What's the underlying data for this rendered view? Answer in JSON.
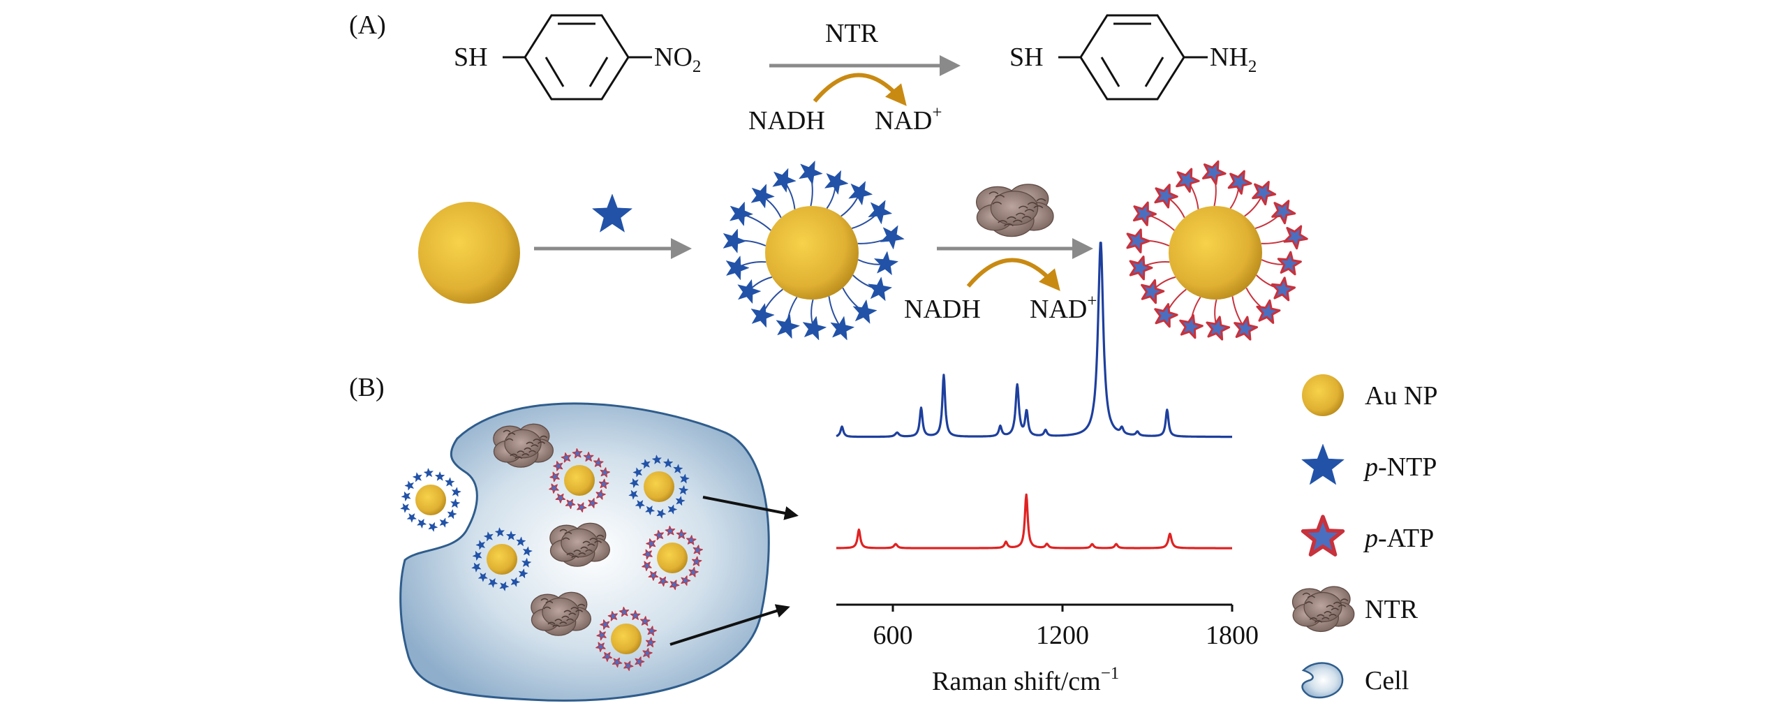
{
  "panel_a": {
    "label": "(A)",
    "reaction": {
      "reactant_sh": "SH",
      "reactant_group": "NO",
      "reactant_group_sub": "2",
      "enzyme": "NTR",
      "cofactor_in": "NADH",
      "cofactor_out": "NAD",
      "cofactor_out_sup": "+",
      "product_sh": "SH",
      "product_group": "NH",
      "product_group_sub": "2"
    },
    "np_scheme": {
      "cofactor_in": "NADH",
      "cofactor_out": "NAD",
      "cofactor_out_sup": "+"
    }
  },
  "panel_b": {
    "label": "(B)",
    "chart": {
      "x_ticks": [
        "600",
        "1200",
        "1800"
      ],
      "xlabel": "Raman shift/cm",
      "xlabel_sup": "−1"
    },
    "legend": [
      {
        "label": "Au NP",
        "italic": "",
        "icon": "au-np"
      },
      {
        "label": "-NTP",
        "italic": "p",
        "icon": "blue-star"
      },
      {
        "label": "-ATP",
        "italic": "p",
        "icon": "red-star"
      },
      {
        "label": "NTR",
        "italic": "",
        "icon": "ntr-protein"
      },
      {
        "label": "Cell",
        "italic": "",
        "icon": "cell"
      }
    ]
  },
  "colors": {
    "gold": "#e0b133",
    "blue_star": "#2152a8",
    "red_outline": "#c8323c",
    "arrow_gray": "#8a8a8a",
    "enzyme_arrow": "#c98a12",
    "cell_fill": "#b9cfe0",
    "spectrum_blue": "#1d3f9e",
    "spectrum_red": "#e02222"
  },
  "chart_data": {
    "type": "line",
    "x_range": [
      400,
      1800
    ],
    "ticks": [
      600,
      1200,
      1800
    ],
    "xlabel": "Raman shift/cm⁻¹",
    "series": [
      {
        "color": "#1d3f9e",
        "baseline": 0.76,
        "peaks": [
          {
            "x": 420,
            "h": 0.05,
            "w": 6
          },
          {
            "x": 615,
            "h": 0.02,
            "w": 8
          },
          {
            "x": 700,
            "h": 0.14,
            "w": 6
          },
          {
            "x": 780,
            "h": 0.3,
            "w": 6
          },
          {
            "x": 980,
            "h": 0.05,
            "w": 6
          },
          {
            "x": 1040,
            "h": 0.25,
            "w": 7
          },
          {
            "x": 1073,
            "h": 0.12,
            "w": 6
          },
          {
            "x": 1140,
            "h": 0.03,
            "w": 6
          },
          {
            "x": 1335,
            "h": 0.95,
            "w": 11
          },
          {
            "x": 1410,
            "h": 0.03,
            "w": 6
          },
          {
            "x": 1465,
            "h": 0.02,
            "w": 6
          },
          {
            "x": 1570,
            "h": 0.13,
            "w": 6
          }
        ]
      },
      {
        "color": "#e02222",
        "baseline": 0.22,
        "peaks": [
          {
            "x": 480,
            "h": 0.09,
            "w": 6
          },
          {
            "x": 610,
            "h": 0.02,
            "w": 7
          },
          {
            "x": 1000,
            "h": 0.03,
            "w": 6
          },
          {
            "x": 1072,
            "h": 0.26,
            "w": 6
          },
          {
            "x": 1145,
            "h": 0.02,
            "w": 6
          },
          {
            "x": 1305,
            "h": 0.02,
            "w": 6
          },
          {
            "x": 1390,
            "h": 0.02,
            "w": 6
          },
          {
            "x": 1580,
            "h": 0.07,
            "w": 7
          }
        ]
      }
    ]
  }
}
